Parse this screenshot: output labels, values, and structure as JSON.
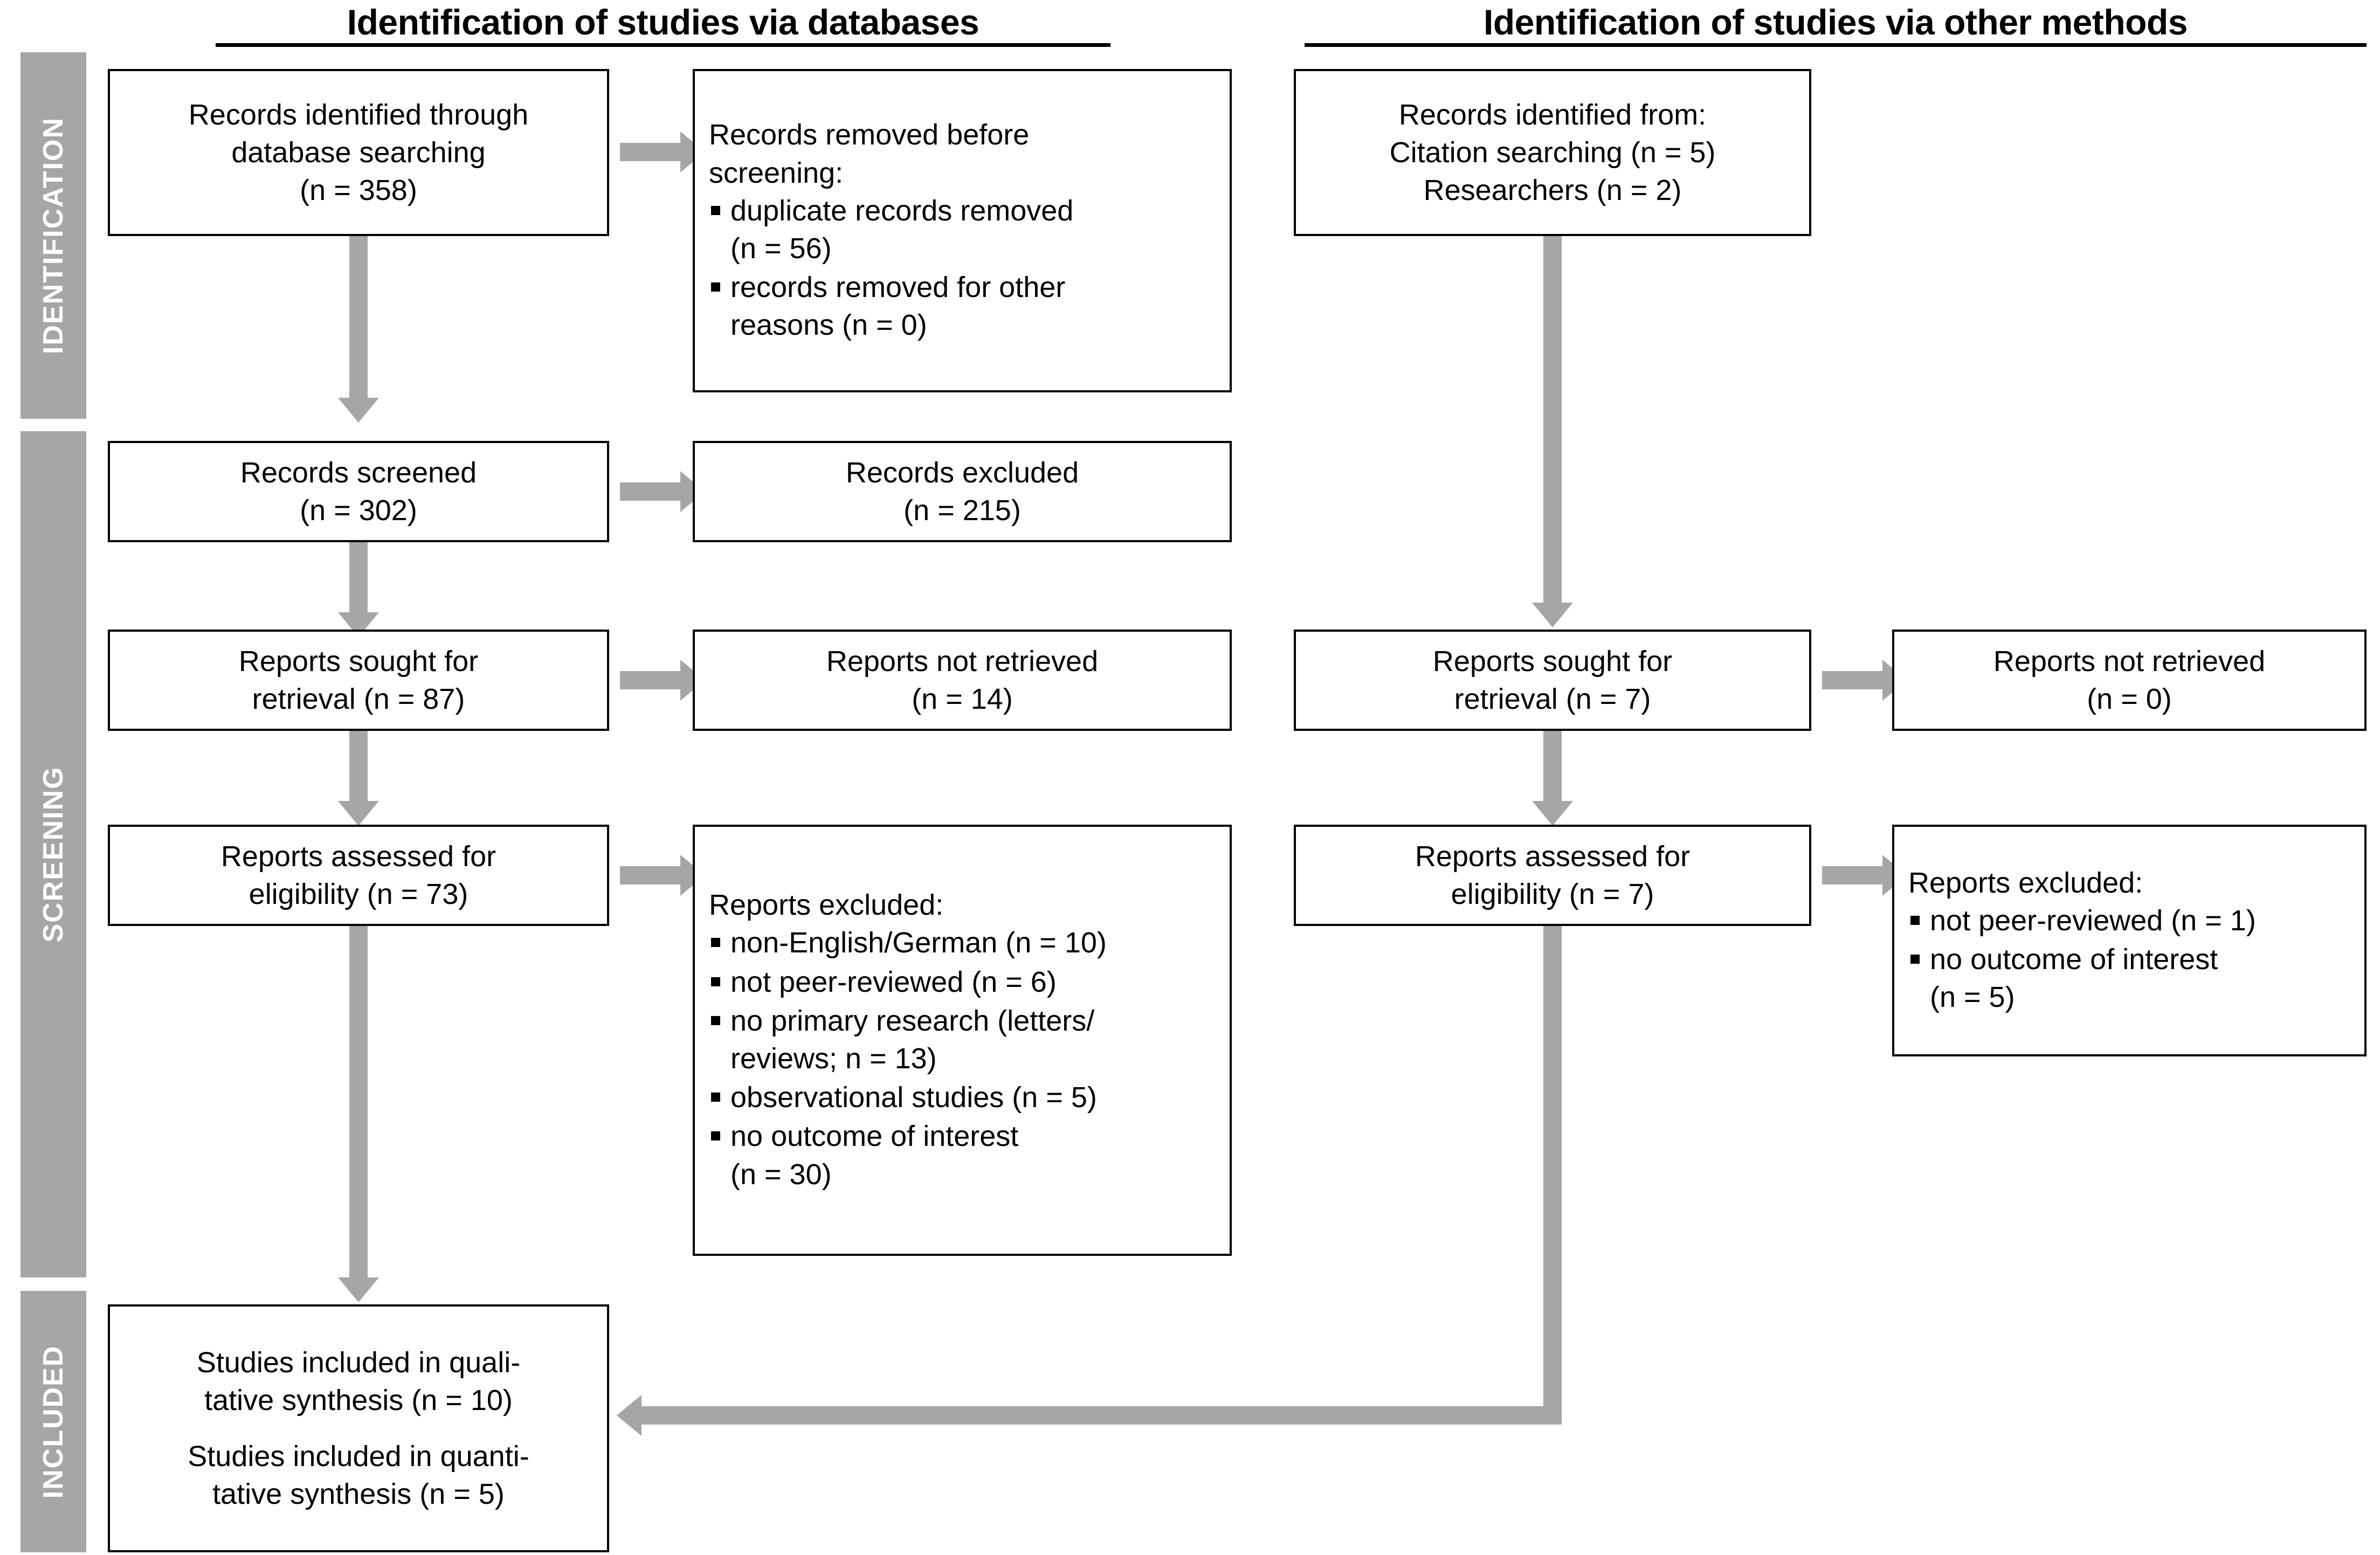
{
  "headers": {
    "left": "Identification of studies via databases",
    "right": "Identification of studies via other methods"
  },
  "stages": {
    "identification": "IDENTIFICATION",
    "screening": "SCREENING",
    "included": "INCLUDED"
  },
  "boxes": {
    "db_identified": {
      "line1": "Records identified through",
      "line2": "database searching",
      "line3": "(n = 358)"
    },
    "db_removed": {
      "title1": "Records removed before",
      "title2": "screening:",
      "items": [
        "duplicate records removed",
        "(n = 56)",
        "records removed for other",
        "reasons (n = 0)"
      ],
      "bullet_items": [
        {
          "text": "duplicate records removed",
          "cont": "(n = 56)"
        },
        {
          "text": "records removed for other",
          "cont": "reasons (n = 0)"
        }
      ]
    },
    "db_screened": {
      "line1": "Records screened",
      "line2": "(n = 302)"
    },
    "db_excluded_records": {
      "line1": "Records excluded",
      "line2": "(n = 215)"
    },
    "db_sought": {
      "line1": "Reports sought for",
      "line2": "retrieval (n = 87)"
    },
    "db_not_retrieved": {
      "line1": "Reports not retrieved",
      "line2": "(n = 14)"
    },
    "db_assessed": {
      "line1": "Reports assessed for",
      "line2": "eligibility (n = 73)"
    },
    "db_reports_excluded": {
      "title": "Reports excluded:",
      "bullet_items": [
        {
          "text": "non-English/German (n = 10)",
          "cont": ""
        },
        {
          "text": "not peer-reviewed (n = 6)",
          "cont": ""
        },
        {
          "text": "no primary research (letters/",
          "cont": "reviews; n = 13)"
        },
        {
          "text": "observational studies (n = 5)",
          "cont": ""
        },
        {
          "text": "no outcome of interest",
          "cont": "(n = 30)"
        }
      ]
    },
    "other_identified": {
      "line1": "Records identified from:",
      "line2": "Citation searching (n = 5)",
      "line3": "Researchers (n = 2)"
    },
    "other_sought": {
      "line1": "Reports sought for",
      "line2": "retrieval (n = 7)"
    },
    "other_not_retrieved": {
      "line1": "Reports not retrieved",
      "line2": "(n = 0)"
    },
    "other_assessed": {
      "line1": "Reports assessed for",
      "line2": "eligibility (n = 7)"
    },
    "other_reports_excluded": {
      "title": "Reports excluded:",
      "bullet_items": [
        {
          "text": "not peer-reviewed (n = 1)",
          "cont": ""
        },
        {
          "text": "no outcome of interest",
          "cont": "(n = 5)"
        }
      ]
    },
    "included_studies": {
      "line1": "Studies included in quali-",
      "line2": "tative synthesis (n = 10)",
      "line3": "Studies included in quanti-",
      "line4": "tative synthesis (n = 5)"
    }
  },
  "colors": {
    "arrow": "#a6a6a6",
    "stage_bar": "#a6a6a6",
    "box_border": "#000000",
    "background": "#ffffff",
    "text": "#000000",
    "stage_label_text": "#ffffff"
  }
}
